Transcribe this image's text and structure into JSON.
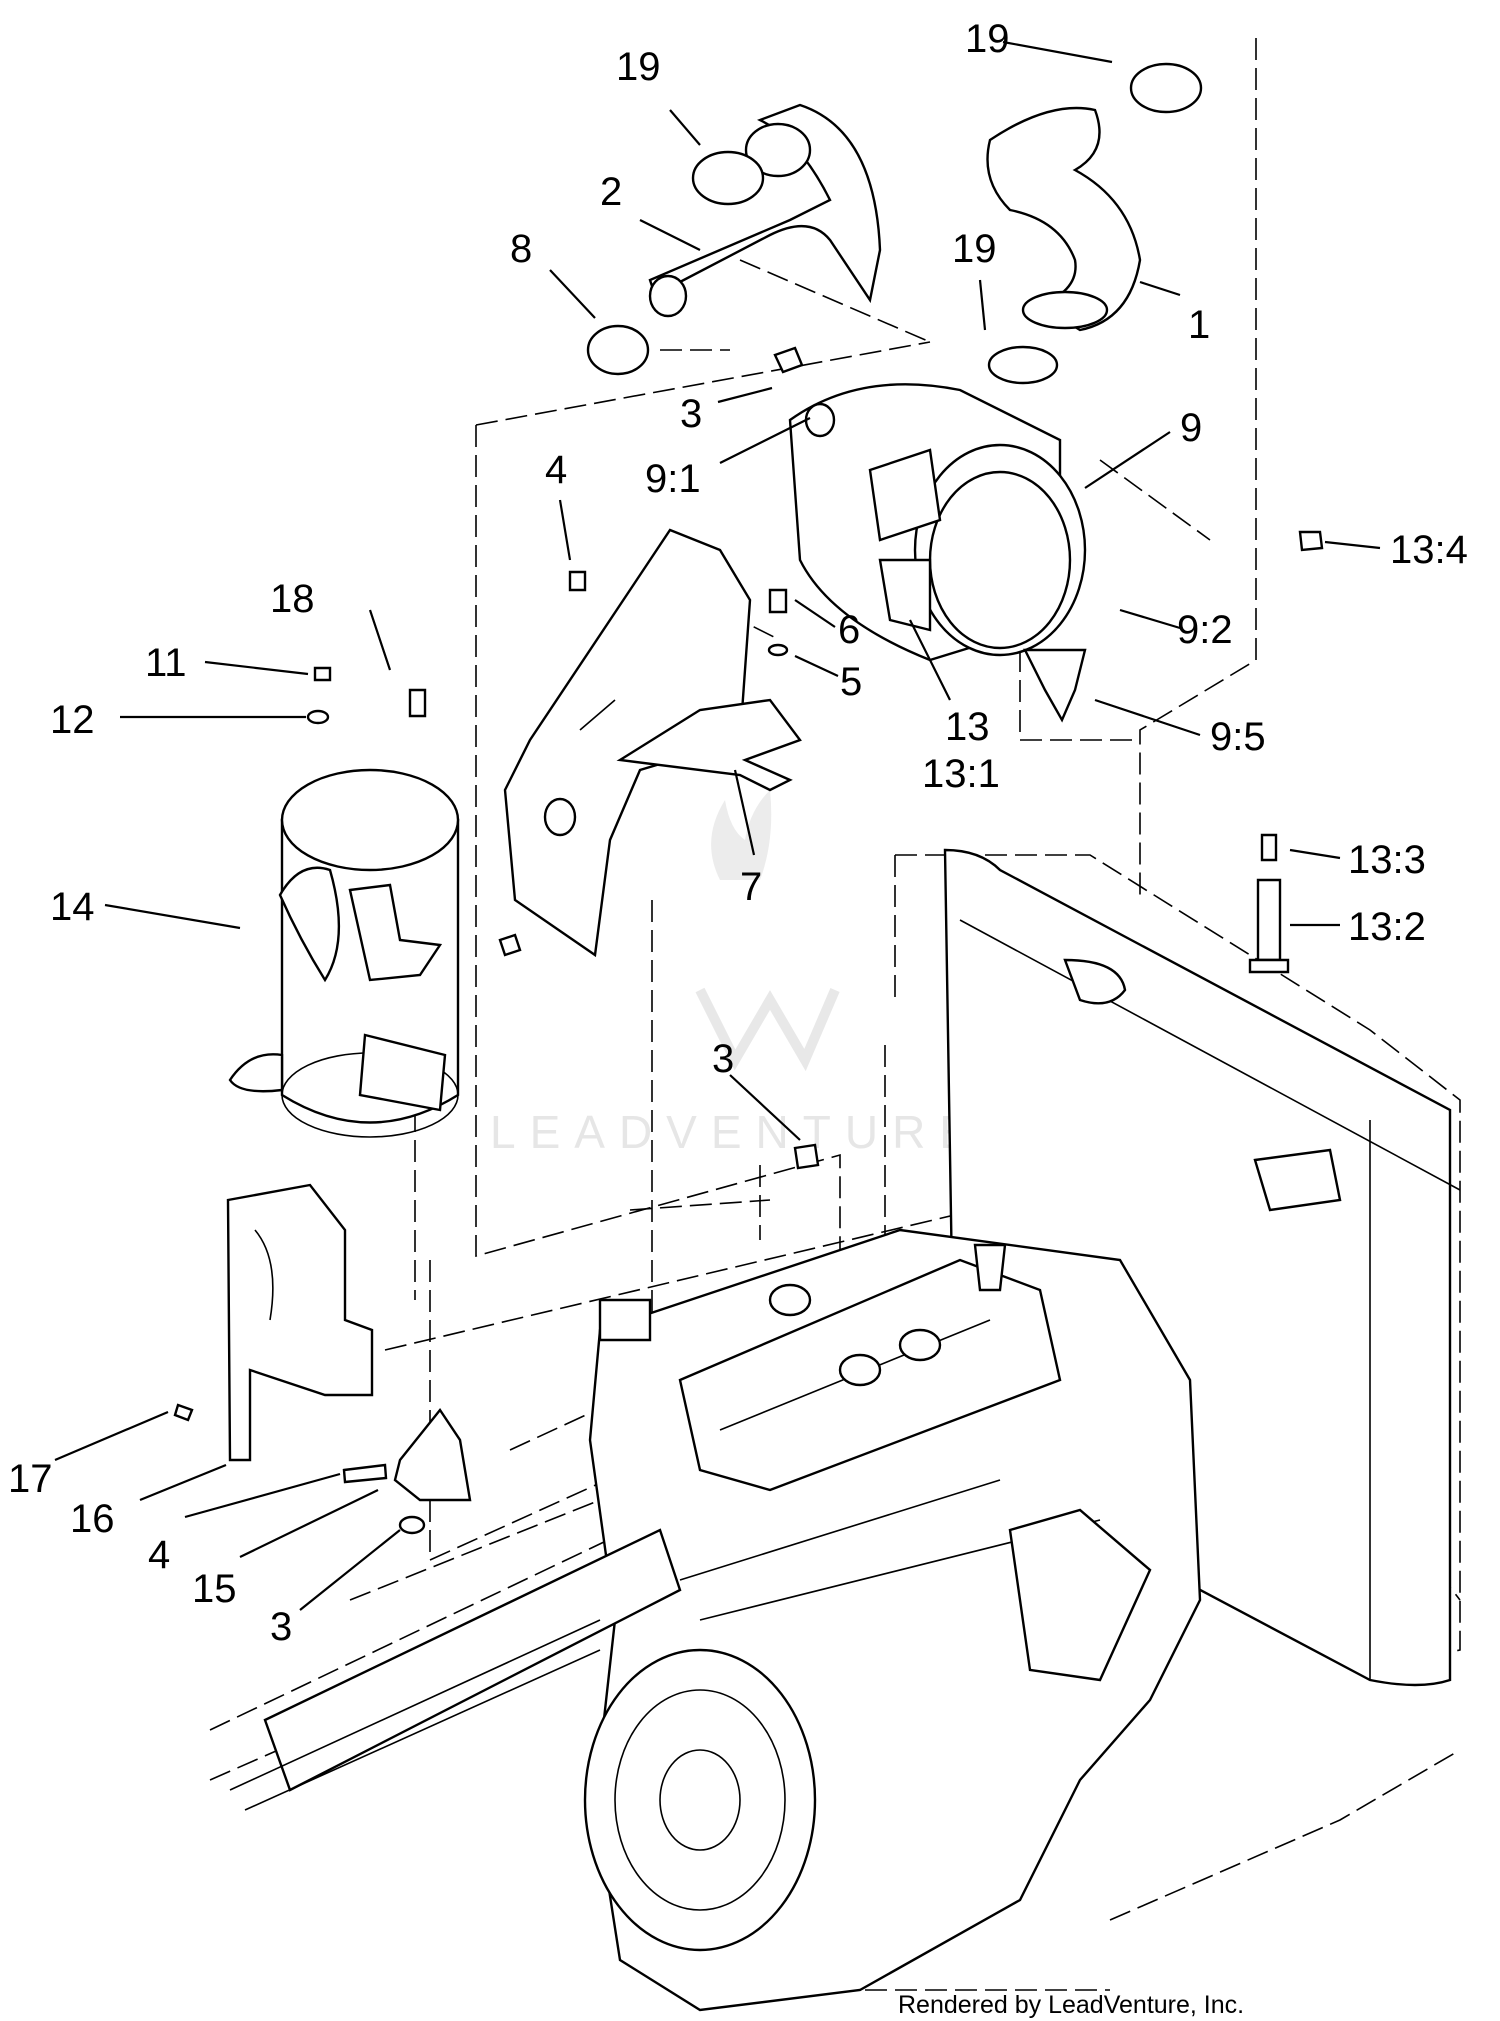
{
  "diagram": {
    "callouts": [
      "19",
      "19",
      "2",
      "8",
      "19",
      "1",
      "3",
      "9:1",
      "9",
      "4",
      "13:4",
      "18",
      "11",
      "6",
      "9:2",
      "12",
      "5",
      "13",
      "13:1",
      "9:5",
      "7",
      "13:3",
      "14",
      "13:2",
      "3",
      "17",
      "16",
      "4",
      "15",
      "3"
    ],
    "watermark": "LEADVENTURE",
    "credit": "Rendered by LeadVenture, Inc."
  }
}
